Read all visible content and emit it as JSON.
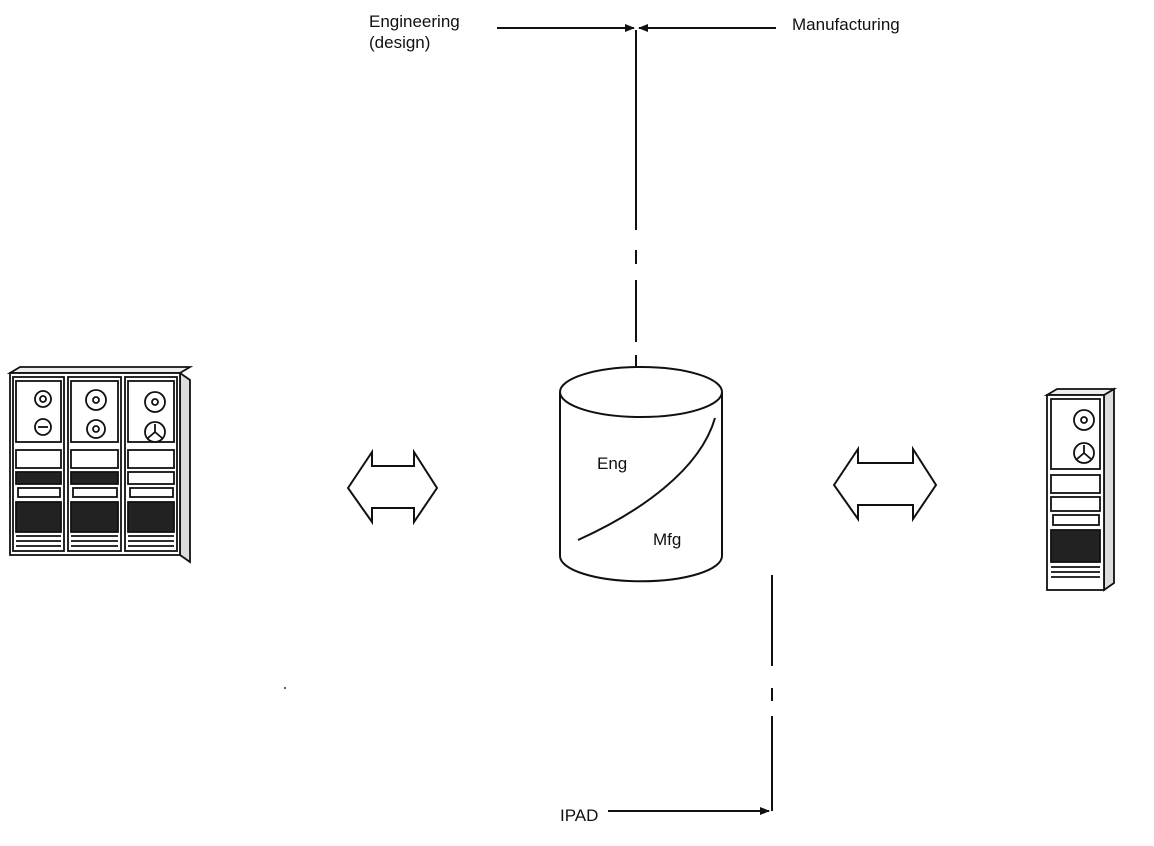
{
  "labels": {
    "engineering_line1": "Engineering",
    "engineering_line2": "(design)",
    "manufacturing": "Manufacturing",
    "ipad": "IPAD"
  },
  "database": {
    "region_top": "Eng",
    "region_bottom": "Mfg"
  },
  "icons": {
    "left_computer": "three-cabinet-tape-drive-icon",
    "right_computer": "single-cabinet-tape-drive-icon",
    "left_arrow": "double-headed-arrow-icon",
    "right_arrow": "double-headed-arrow-icon",
    "database": "database-cylinder-icon"
  },
  "colors": {
    "ink": "#111111",
    "background": "#ffffff"
  }
}
